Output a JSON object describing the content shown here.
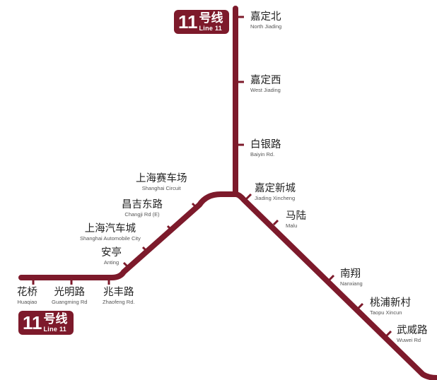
{
  "line": {
    "color": "#7d1a2b",
    "badge_number": "11",
    "badge_zh": "号线",
    "badge_en": "Line 11"
  },
  "stations": [
    {
      "zh": "嘉定北",
      "en": "North Jiading"
    },
    {
      "zh": "嘉定西",
      "en": "West Jiading"
    },
    {
      "zh": "白银路",
      "en": "Baiyin Rd."
    },
    {
      "zh": "嘉定新城",
      "en": "Jiading Xincheng"
    },
    {
      "zh": "马陆",
      "en": "Malu"
    },
    {
      "zh": "南翔",
      "en": "Nanxiang"
    },
    {
      "zh": "桃浦新村",
      "en": "Taopu Xincun"
    },
    {
      "zh": "武威路",
      "en": "Wuwei Rd"
    },
    {
      "zh": "上海赛车场",
      "en": "Shanghai Circuit"
    },
    {
      "zh": "昌吉东路",
      "en": "Changji Rd (E)"
    },
    {
      "zh": "上海汽车城",
      "en": "Shanghai Automobile City"
    },
    {
      "zh": "安亭",
      "en": "Anting"
    },
    {
      "zh": "花桥",
      "en": "Huaqiao"
    },
    {
      "zh": "光明路",
      "en": "Guangming Rd"
    },
    {
      "zh": "兆丰路",
      "en": "Zhaofeng Rd."
    }
  ]
}
